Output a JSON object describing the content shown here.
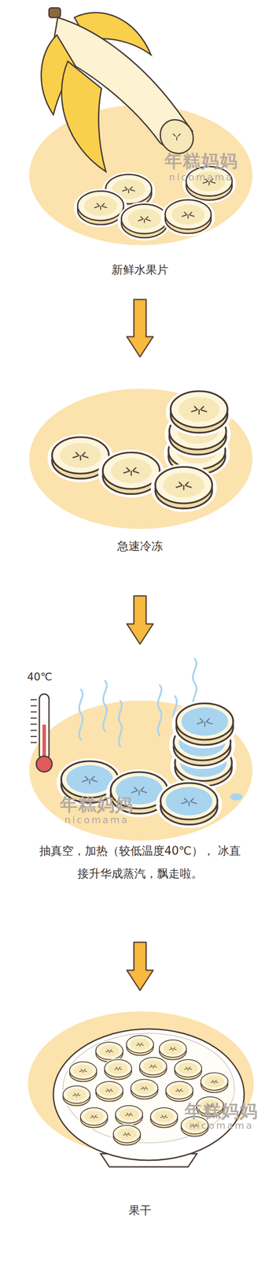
{
  "diagram": {
    "nodes": [
      {
        "text": [
          "新鲜水果片"
        ]
      },
      {
        "text": [
          "急速冷冻"
        ]
      },
      {
        "text": [
          "抽真空，加热（较低温度40℃）， 冰直接升华成蒸汽，飘走啦。"
        ]
      },
      {
        "text": [
          "果干"
        ]
      }
    ],
    "edges": [
      {
        "from": 0,
        "to": 1,
        "arrow": "to"
      },
      {
        "from": 1,
        "to": 2,
        "arrow": "to"
      },
      {
        "from": 2,
        "to": 3,
        "arrow": "to"
      }
    ],
    "labels": [
      "年糕妈妈",
      "nicomama",
      "40℃",
      "年糕妈妈",
      "nicomama",
      "年糕妈妈",
      "nicomama"
    ]
  }
}
